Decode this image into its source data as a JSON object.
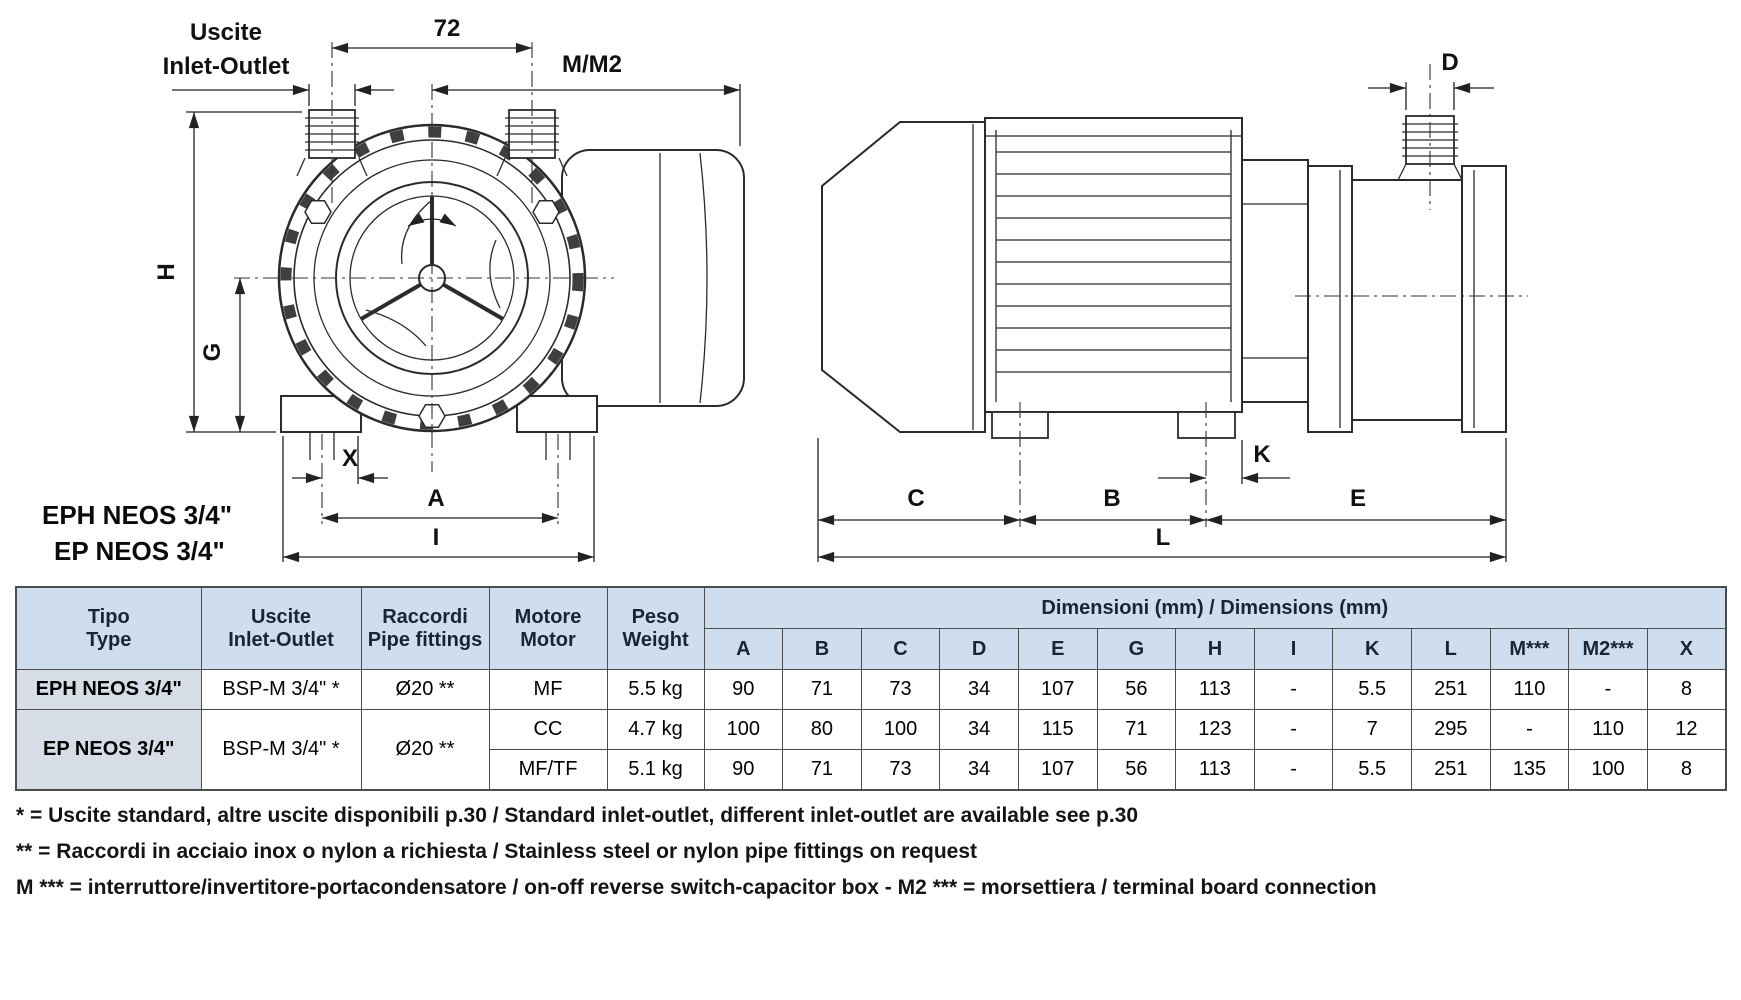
{
  "drawings": {
    "front": {
      "uscite_label_1": "Uscite",
      "uscite_label_2": "Inlet-Outlet",
      "dim_72": "72",
      "dim_mm2": "M/M2",
      "dim_h": "H",
      "dim_g": "G",
      "dim_x": "X",
      "dim_a": "A",
      "dim_i": "I",
      "model_1": "EPH NEOS 3/4\"",
      "model_2": "EP NEOS 3/4\""
    },
    "side": {
      "dim_d": "D",
      "dim_k": "K",
      "dim_c": "C",
      "dim_b": "B",
      "dim_e": "E",
      "dim_l": "L"
    }
  },
  "table": {
    "col_headers": {
      "tipo": [
        "Tipo",
        "Type"
      ],
      "uscite": [
        "Uscite",
        "Inlet-Outlet"
      ],
      "raccordi": [
        "Raccordi",
        "Pipe fittings"
      ],
      "motore": [
        "Motore",
        "Motor"
      ],
      "peso": [
        "Peso",
        "Weight"
      ]
    },
    "dimensions_header": "Dimensioni (mm) / Dimensions (mm)",
    "dim_letters": [
      "A",
      "B",
      "C",
      "D",
      "E",
      "G",
      "H",
      "I",
      "K",
      "L",
      "M***",
      "M2***",
      "X"
    ],
    "rows": [
      {
        "tipo": "EPH NEOS 3/4\"",
        "uscite": "BSP-M 3/4\" *",
        "raccordi": "Ø20 **",
        "motore": "MF",
        "peso": "5.5 kg",
        "dims": [
          "90",
          "71",
          "73",
          "34",
          "107",
          "56",
          "113",
          "-",
          "5.5",
          "251",
          "110",
          "-",
          "8"
        ]
      },
      {
        "tipo": "EP NEOS 3/4\"",
        "uscite": "BSP-M 3/4\" *",
        "raccordi": "Ø20 **",
        "motore": "CC",
        "peso": "4.7 kg",
        "dims": [
          "100",
          "80",
          "100",
          "34",
          "115",
          "71",
          "123",
          "-",
          "7",
          "295",
          "-",
          "110",
          "12"
        ]
      },
      {
        "motore": "MF/TF",
        "peso": "5.1 kg",
        "dims": [
          "90",
          "71",
          "73",
          "34",
          "107",
          "56",
          "113",
          "-",
          "5.5",
          "251",
          "135",
          "100",
          "8"
        ]
      }
    ]
  },
  "footnotes": [
    "* = Uscite standard, altre uscite disponibili p.30 / Standard inlet-outlet, different inlet-outlet are available see p.30",
    "** = Raccordi in acciaio inox o nylon a richiesta / Stainless steel or nylon pipe fittings on request",
    "M *** = interruttore/invertitore-portacondensatore / on-off reverse switch-capacitor box - M2 *** = morsettiera / terminal board connection"
  ],
  "colors": {
    "table_header_bg": "#cfdeee",
    "row_label_bg": "#d6dde7",
    "table_border": "#4d4d4d",
    "line_color": "#2b2b2b",
    "text_color": "#111111"
  }
}
